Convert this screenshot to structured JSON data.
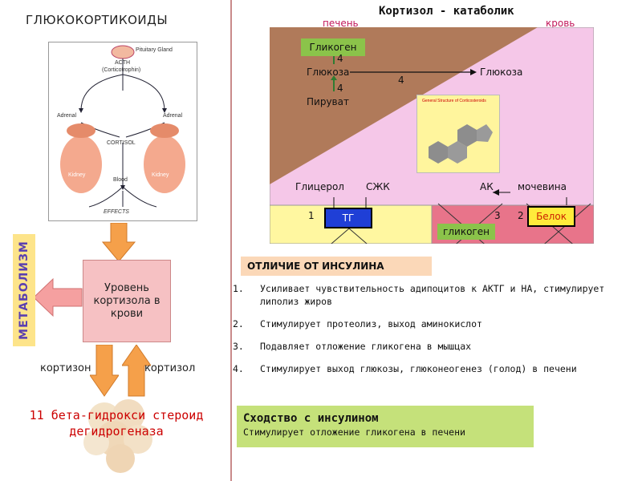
{
  "left": {
    "title": "ГЛЮКОКОРТИКОИДЫ",
    "illustration": {
      "pituitary": "Pituitary Gland",
      "acth": "ACTH",
      "acth_sub": "(Corticotrophin)",
      "adrenal_left": "Adrenal",
      "adrenal_right": "Adrenal",
      "cortisol": "CORTISOL",
      "kidney_left": "Kidney",
      "kidney_right": "Kidney",
      "blood": "Blood",
      "effects": "EFFECTS"
    },
    "level_box": "Уровень кортизола в крови",
    "metabolism": "МЕТАБОЛИЗМ",
    "cortisone": "кортизон",
    "cortisol": "кортизол",
    "enzyme_line1": "11 бета-гидрокси стероид",
    "enzyme_line2": "дегидрогеназа"
  },
  "diagram": {
    "title": "Кортизол - катаболик",
    "tag_liver": "печень",
    "tag_blood": "кровь",
    "glycogen": "Гликоген",
    "glucose_liver": "Глюкоза",
    "glucose_blood": "Глюкоза",
    "pyruvate": "Пируват",
    "num_up": "4",
    "num_down": "4",
    "num_arrow": "4",
    "structure_caption": "General Structure of Corticosteroids",
    "glycerol": "Глицерол",
    "ffa": "СЖК",
    "ak": "АК",
    "urea": "мочевина",
    "tg": "ТГ",
    "belok": "Белок",
    "glycogen_muscle": "гликоген",
    "n1": "1",
    "n2": "2",
    "n3": "3"
  },
  "differences": {
    "title": "ОТЛИЧИЕ ОТ ИНСУЛИНА",
    "items": [
      {
        "num": "1.",
        "text": "Усиливает чувствительность адипоцитов к АКТГ и НА, стимулирует липолиз жиров"
      },
      {
        "num": "2.",
        "text": "Стимулирует протеолиз, выход аминокислот"
      },
      {
        "num": "3.",
        "text": "Подавляет отложение гликогена в мышцах"
      },
      {
        "num": "4.",
        "text": "Стимулирует выход глюкозы, глюконеогенез (голод) в печени"
      }
    ]
  },
  "similarity": {
    "title": "Сходство с инсулином",
    "text": "Стимулирует отложение гликогена в  печени"
  },
  "colors": {
    "liver_brown": "#b07a5a",
    "blood_pink": "#f5c7e8",
    "fat_yellow": "#fff7a0",
    "muscle_pink": "#e8748a",
    "arrow_orange": "#f5a04a"
  }
}
